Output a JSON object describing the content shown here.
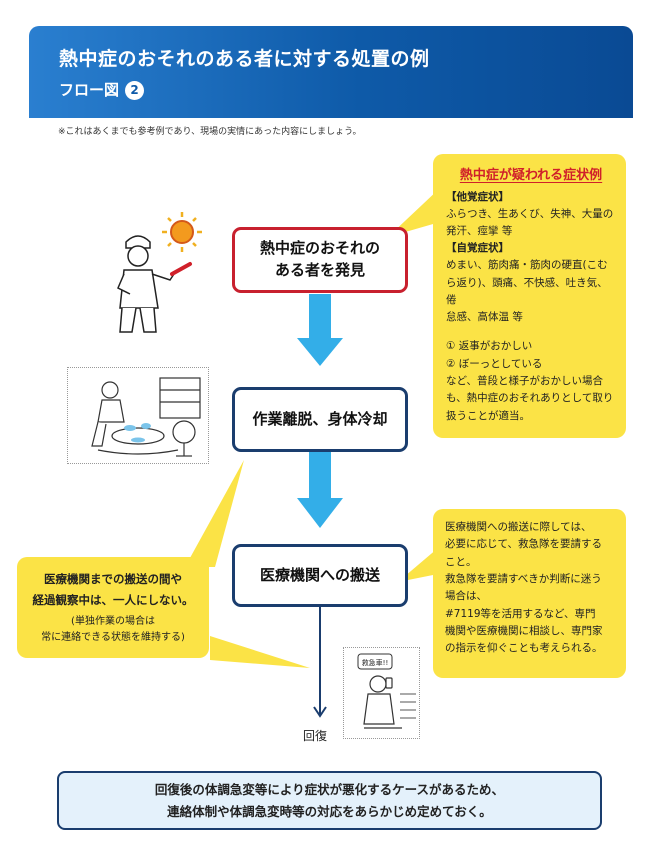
{
  "header": {
    "title": "熱中症のおそれのある者に対する処置の例",
    "subtitle": "フロー図",
    "badge": "2"
  },
  "note": "※これはあくまでも参考例であり、現場の実情にあった内容にしましょう。",
  "steps": [
    {
      "label": "熱中症のおそれの\nある者を発見"
    },
    {
      "label": "作業離脱、身体冷却"
    },
    {
      "label": "医療機関への搬送"
    }
  ],
  "symptoms": {
    "title": "熱中症が疑われる症状例",
    "other_header": "【他覚症状】",
    "other_text": "ふらつき、生あくび、失神、大量の\n発汗、痙攣 等",
    "self_header": "【自覚症状】",
    "self_text": "めまい、筋肉痛・筋肉の硬直(こむ\nら返り)、頭痛、不快感、吐き気、倦\n怠感、高体温 等",
    "extra_text": "① 返事がおかしい\n② ぼーっとしている\nなど、普段と様子がおかしい場合\nも、熱中症のおそれありとして取り\n扱うことが適当。"
  },
  "transport_note": "医療機関への搬送に際しては、\n必要に応じて、救急隊を要請する\nこと。\n救急隊を要請すべきか判断に迷う\n場合は、\n#7119等を活用するなど、専門\n機関や医療機関に相談し、専門家\nの指示を仰ぐことも考えられる。",
  "observe_note": {
    "main": "医療機関までの搬送の間や\n経過観察中は、一人にしない。",
    "sub": "(単独作業の場合は\n常に連絡できる状態を維持する)"
  },
  "recovery": "回復",
  "bottom": "回復後の体調急変等により症状が悪化するケースがあるため、\n連絡体制や体調急変時等の対応をあらかじめ定めておく。",
  "sign_text": "救急車!!",
  "colors": {
    "header_blue": "#0e5aa8",
    "alert_red": "#c8202e",
    "navy": "#1a3d6e",
    "arrow_blue": "#33aee8",
    "yellow": "#fbe346",
    "bottom_bg": "#e4f1fb"
  }
}
